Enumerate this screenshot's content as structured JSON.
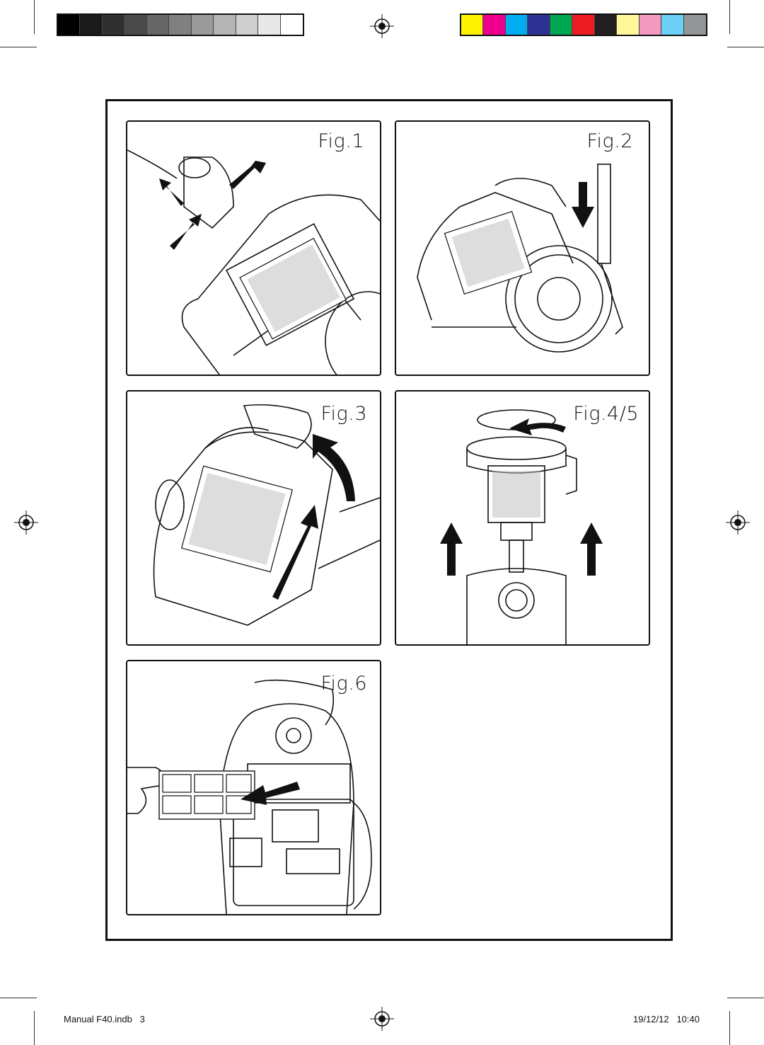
{
  "calibration": {
    "gray_bars": [
      "#000000",
      "#1a1a1a",
      "#303030",
      "#4a4a4a",
      "#666666",
      "#808080",
      "#9a9a9a",
      "#b4b4b4",
      "#cecece",
      "#e8e8e8",
      "#ffffff"
    ],
    "color_bars": [
      "#fff200",
      "#ec008c",
      "#00aeef",
      "#2e3192",
      "#00a651",
      "#ed1c24",
      "#231f20",
      "#fff799",
      "#f49ac1",
      "#6dcff6",
      "#939598"
    ]
  },
  "figures": {
    "fig1": {
      "label": "Fig.1",
      "icon": "vacuum-hose-detach-illustration"
    },
    "fig2": {
      "label": "Fig.2",
      "icon": "vacuum-handle-lift-illustration"
    },
    "fig3": {
      "label": "Fig.3",
      "icon": "dust-container-removal-illustration"
    },
    "fig45": {
      "label": "Fig.4/5",
      "icon": "filter-cleaning-illustration"
    },
    "fig6": {
      "label": "Fig.6",
      "icon": "hepa-filter-replacement-illustration"
    }
  },
  "footer": {
    "file": "Manual F40.indb   3",
    "datetime": "19/12/12   10:40"
  }
}
